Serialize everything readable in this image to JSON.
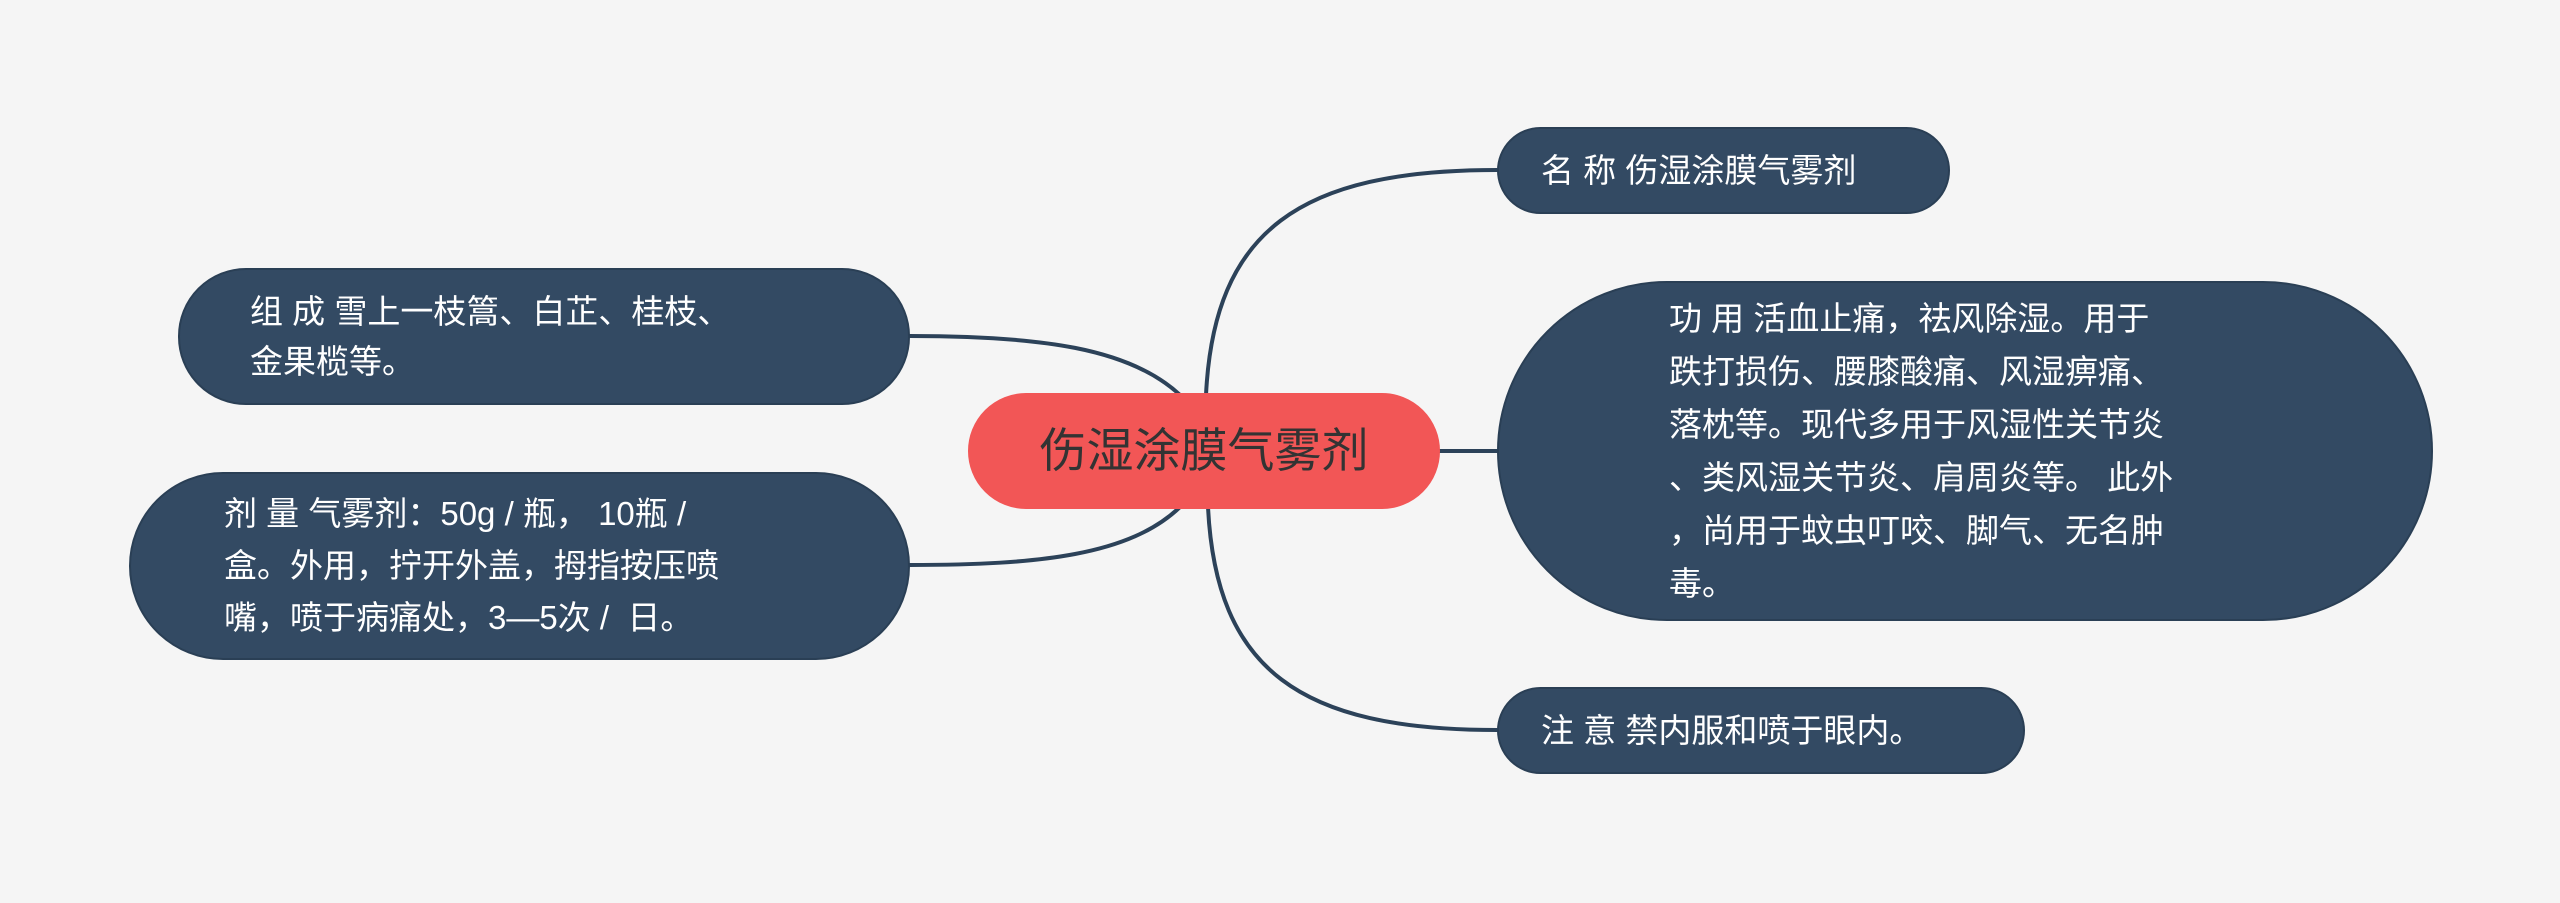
{
  "colors": {
    "background": "#f5f5f5",
    "central_fill": "#f25656",
    "central_text": "#333333",
    "node_fill": "#334a63",
    "node_border": "#2a3f55",
    "connector": "#2c4259"
  },
  "central": {
    "text": "伤湿涂膜气雾剂"
  },
  "nodes": {
    "name": {
      "lines": [
        "名 称 伤湿涂膜气雾剂"
      ]
    },
    "function": {
      "lines": [
        "功 用 活血止痛，祛风除湿。用于",
        "跌打损伤、腰膝酸痛、风湿痹痛、",
        "落枕等。现代多用于风湿性关节炎",
        "、类风湿关节炎、肩周炎等。 此外",
        "，尚用于蚊虫叮咬、脚气、无名肿",
        "毒。"
      ]
    },
    "note": {
      "lines": [
        "注 意 禁内服和喷于眼内。"
      ]
    },
    "composition": {
      "lines": [
        "组 成 雪上一枝篙、白芷、桂枝、",
        "金果榄等。"
      ]
    },
    "dosage": {
      "lines": [
        "剂 量 气雾剂：50g / 瓶， 10瓶 /",
        "盒。外用，拧开外盖，拇指按压喷",
        "嘴，喷于病痛处，3—5次 /  日。"
      ]
    }
  }
}
